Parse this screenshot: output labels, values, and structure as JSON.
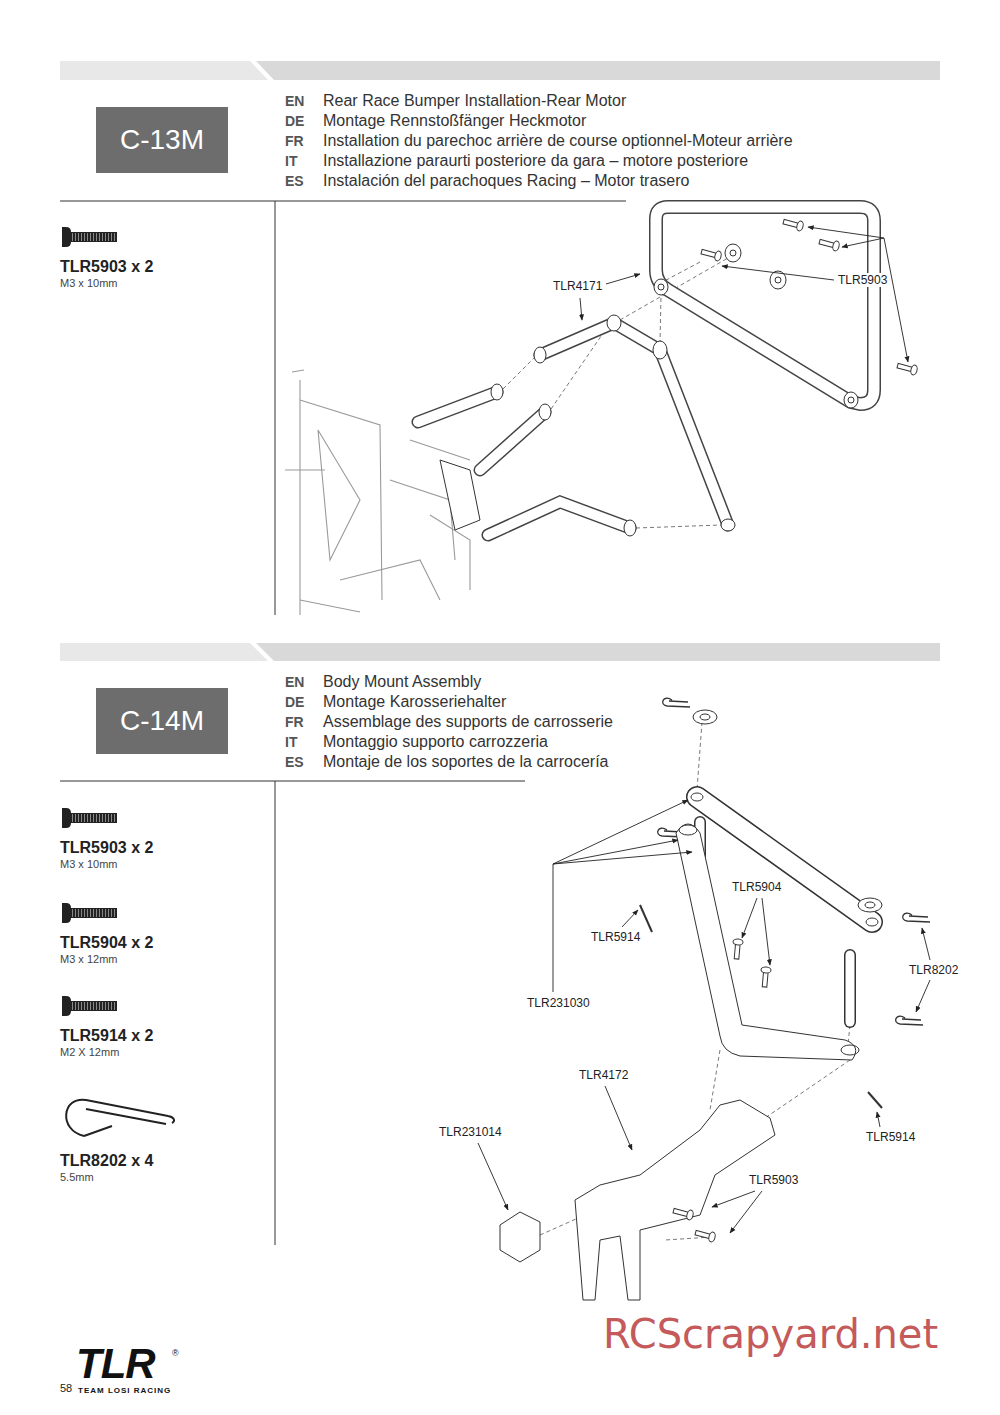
{
  "diagram": {
    "nodes": [
      {
        "text": [
          "C-13M"
        ]
      },
      {
        "text": [
          "C-14M"
        ]
      }
    ],
    "labels": [
      "EN",
      "Rear Race Bumper Installation-Rear Motor",
      "DE",
      "Montage Rennstoßfänger Heckmotor",
      "FR",
      "Installation du parechoc arrière de course optionnel-Moteur arrière",
      "IT",
      "Installazione paraurti posteriore da gara – motore posteriore",
      "ES",
      "Instalación del parachoques Racing – Motor trasero",
      "TLR5903 x 2",
      "M3 x 10mm",
      "TLR4171",
      "TLR5903",
      "EN",
      "Body Mount Assembly",
      "DE",
      "Montage Karosseriehalter",
      "FR",
      "Assemblage des supports de carrosserie",
      "IT",
      "Montaggio supporto carrozzeria",
      "ES",
      "Montaje de los soportes de la carrocería",
      "TLR5903 x 2",
      "M3 x 10mm",
      "TLR5904 x 2",
      "M3 x 12mm",
      "TLR5914 x 2",
      "M2 X 12mm",
      "TLR8202 x 4",
      "5.5mm",
      "TLR5904",
      "TLR5914",
      "TLR8202",
      "TLR231030",
      "TLR4172",
      "TLR5914",
      "TLR231014",
      "TLR5903",
      "58",
      "TLR",
      "®",
      "TEAM LOSI RACING",
      "RCScrapyard.net"
    ]
  }
}
